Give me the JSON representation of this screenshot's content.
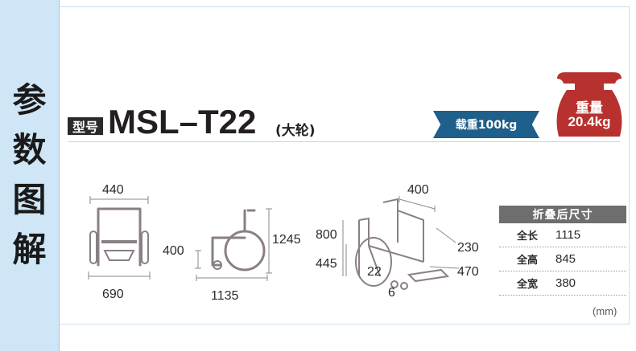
{
  "sidebar": {
    "chars": [
      "参",
      "数",
      "图",
      "解"
    ]
  },
  "model": {
    "badge": "型号",
    "name": "MSL–T22",
    "sub": "(大轮)"
  },
  "load": {
    "label": "载重100kg"
  },
  "weight": {
    "label": "重量",
    "value": "20.4kg"
  },
  "front_view": {
    "top": "440",
    "bottom": "690"
  },
  "side_view": {
    "left": "400",
    "right": "1245",
    "bottom": "1135"
  },
  "persp_view": {
    "top": "400",
    "left_upper": "800",
    "left_lower": "445",
    "inner": "22",
    "bottom": "6",
    "right_upper": "230",
    "right_lower": "470"
  },
  "fold": {
    "title": "折叠后尺寸",
    "rows": [
      {
        "label": "全长",
        "value": "1115"
      },
      {
        "label": "全高",
        "value": "845"
      },
      {
        "label": "全宽",
        "value": "380"
      }
    ]
  },
  "unit": "(mm)",
  "colors": {
    "sidebar": "#cfe6f6",
    "banner": "#1f5f8b",
    "weight": "#b7312e"
  }
}
